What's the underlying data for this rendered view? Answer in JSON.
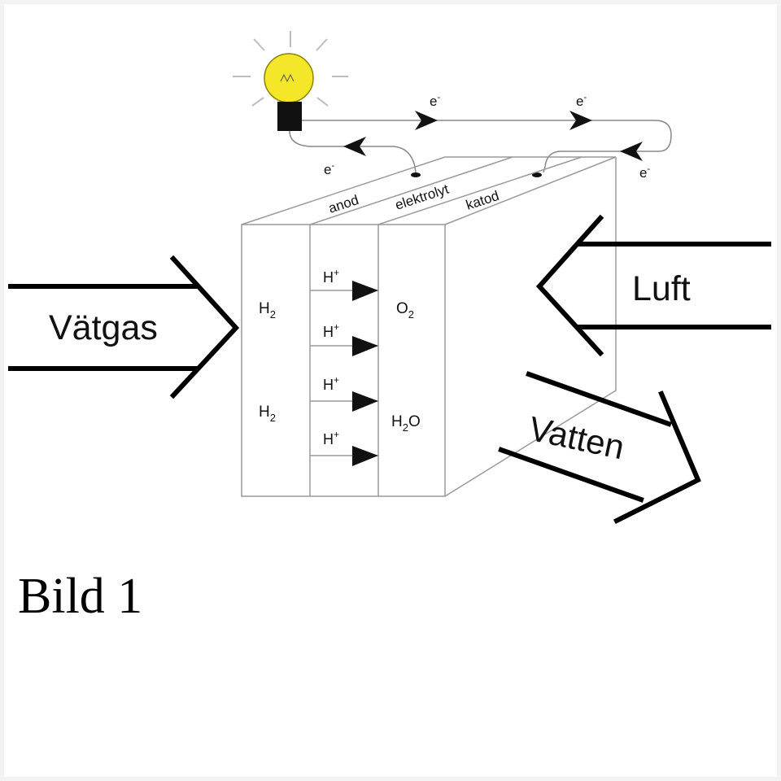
{
  "labels": {
    "anode": "anod",
    "electrolyte": "elektrolyt",
    "cathode": "katod",
    "hydrogen_in": "Vätgas",
    "air_in": "Luft",
    "water_out": "Vatten",
    "h2_top": "H",
    "h2_bottom": "H",
    "h2_sub": "2",
    "o2": "O",
    "o2_sub": "2",
    "h2o_h": "H",
    "h2o_sub": "2",
    "h2o_o": "O",
    "proton": "H",
    "proton_sup": "+",
    "electron": "e",
    "electron_sup": "-"
  },
  "caption": "Bild 1",
  "colors": {
    "bulb": "#f4e628",
    "ink": "#111111",
    "box_edge": "#9a9a9a"
  }
}
